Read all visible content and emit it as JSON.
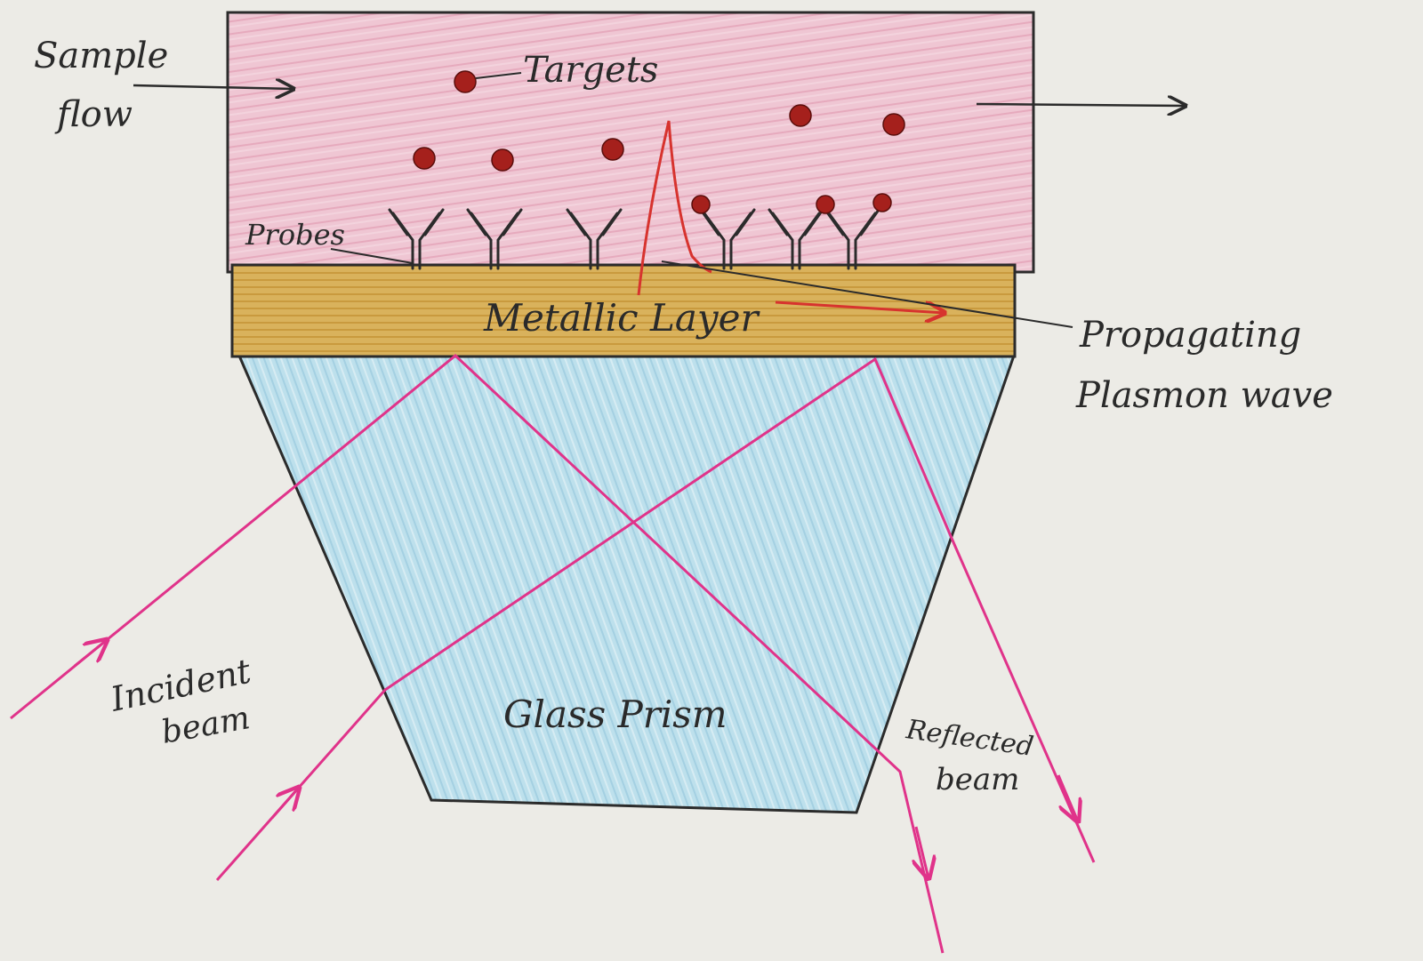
{
  "labels": {
    "sample_flow_line1": "Sample",
    "sample_flow_line2": "flow",
    "targets": "Targets",
    "probes": "Probes",
    "metallic_layer": "Metallic Layer",
    "plasmon_line1": "Propagating",
    "plasmon_line2": "Plasmon wave",
    "incident_line1": "Incident",
    "incident_line2": "beam",
    "glass_prism": "Glass Prism",
    "reflected_line1": "Reflected",
    "reflected_line2": "beam"
  },
  "colors": {
    "background": "#ecebe6",
    "sample_chamber": "#efc6d3",
    "metallic_layer": "#d9b25c",
    "glass_prism": "#b7dbe8",
    "beam": "#e0338a",
    "plasmon_wave": "#d7332e",
    "target": "#a5201c",
    "outline": "#2b2b2b"
  }
}
